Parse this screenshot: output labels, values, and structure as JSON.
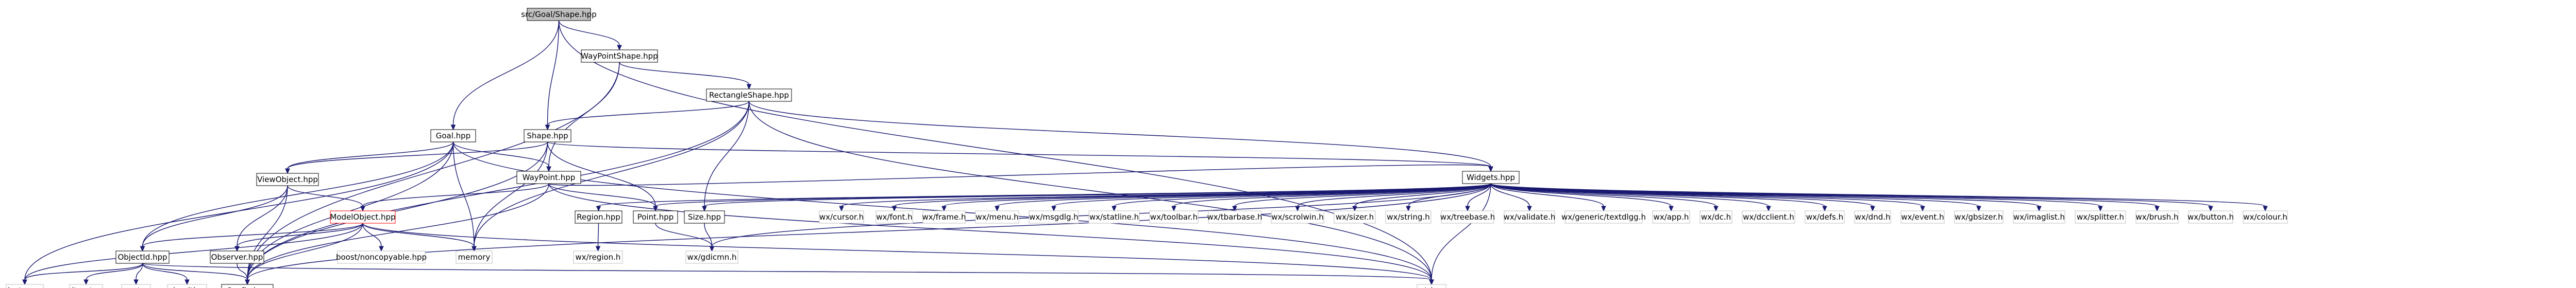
{
  "graph": {
    "nodes": [
      {
        "id": "root",
        "label": "src/Goal/Shape.hpp",
        "style": "root"
      },
      {
        "id": "waypointshape",
        "label": "WayPointShape.hpp",
        "style": "plain"
      },
      {
        "id": "rectangleshape",
        "label": "RectangleShape.hpp",
        "style": "plain"
      },
      {
        "id": "goal",
        "label": "Goal.hpp",
        "style": "plain"
      },
      {
        "id": "shape",
        "label": "Shape.hpp",
        "style": "plain"
      },
      {
        "id": "viewobject",
        "label": "ViewObject.hpp",
        "style": "plain"
      },
      {
        "id": "waypoint",
        "label": "WayPoint.hpp",
        "style": "plain"
      },
      {
        "id": "widgets",
        "label": "Widgets.hpp",
        "style": "plain"
      },
      {
        "id": "modelobject",
        "label": "ModelObject.hpp",
        "style": "red"
      },
      {
        "id": "region",
        "label": "Region.hpp",
        "style": "plain"
      },
      {
        "id": "point",
        "label": "Point.hpp",
        "style": "plain"
      },
      {
        "id": "size",
        "label": "Size.hpp",
        "style": "plain"
      },
      {
        "id": "objectid",
        "label": "ObjectId.hpp",
        "style": "plain"
      },
      {
        "id": "observer",
        "label": "Observer.hpp",
        "style": "plain"
      },
      {
        "id": "boost",
        "label": "boost/noncopyable.hpp",
        "style": "gray"
      },
      {
        "id": "memory",
        "label": "memory",
        "style": "gray"
      },
      {
        "id": "wxregion",
        "label": "wx/region.h",
        "style": "gray"
      },
      {
        "id": "wxgdicmn",
        "label": "wx/gdicmn.h",
        "style": "gray"
      },
      {
        "id": "iostream",
        "label": "iostream",
        "style": "gray"
      },
      {
        "id": "iterator",
        "label": "iterator",
        "style": "gray"
      },
      {
        "id": "vector",
        "label": "vector",
        "style": "gray"
      },
      {
        "id": "algorithm",
        "label": "algorithm",
        "style": "gray"
      },
      {
        "id": "config",
        "label": "Config.hpp",
        "style": "plain"
      },
      {
        "id": "string",
        "label": "string",
        "style": "gray"
      },
      {
        "id": "wxcursor",
        "label": "wx/cursor.h",
        "style": "gray"
      },
      {
        "id": "wxfont",
        "label": "wx/font.h",
        "style": "gray"
      },
      {
        "id": "wxframe",
        "label": "wx/frame.h",
        "style": "gray"
      },
      {
        "id": "wxmenu",
        "label": "wx/menu.h",
        "style": "gray"
      },
      {
        "id": "wxmsgdlg",
        "label": "wx/msgdlg.h",
        "style": "gray"
      },
      {
        "id": "wxstatline",
        "label": "wx/statline.h",
        "style": "gray"
      },
      {
        "id": "wxtoolbar",
        "label": "wx/toolbar.h",
        "style": "gray"
      },
      {
        "id": "wxtbarbase",
        "label": "wx/tbarbase.h",
        "style": "gray"
      },
      {
        "id": "wxscrolwin",
        "label": "wx/scrolwin.h",
        "style": "gray"
      },
      {
        "id": "wxsizer",
        "label": "wx/sizer.h",
        "style": "gray"
      },
      {
        "id": "wxstring",
        "label": "wx/string.h",
        "style": "gray"
      },
      {
        "id": "wxtreebase",
        "label": "wx/treebase.h",
        "style": "gray"
      },
      {
        "id": "wxvalidate",
        "label": "wx/validate.h",
        "style": "gray"
      },
      {
        "id": "wxtextdlg",
        "label": "wx/generic/textdlgg.h",
        "style": "gray"
      },
      {
        "id": "wxapp",
        "label": "wx/app.h",
        "style": "gray"
      },
      {
        "id": "wxdc",
        "label": "wx/dc.h",
        "style": "gray"
      },
      {
        "id": "wxdcclient",
        "label": "wx/dcclient.h",
        "style": "gray"
      },
      {
        "id": "wxdefs",
        "label": "wx/defs.h",
        "style": "gray"
      },
      {
        "id": "wxdnd",
        "label": "wx/dnd.h",
        "style": "gray"
      },
      {
        "id": "wxevent",
        "label": "wx/event.h",
        "style": "gray"
      },
      {
        "id": "wxgbsizer",
        "label": "wx/gbsizer.h",
        "style": "gray"
      },
      {
        "id": "wximaglist",
        "label": "wx/imaglist.h",
        "style": "gray"
      },
      {
        "id": "wxsplitter",
        "label": "wx/splitter.h",
        "style": "gray"
      },
      {
        "id": "wxbrush",
        "label": "wx/brush.h",
        "style": "gray"
      },
      {
        "id": "wxbutton",
        "label": "wx/button.h",
        "style": "gray"
      },
      {
        "id": "wxcolour",
        "label": "wx/colour.h",
        "style": "gray"
      }
    ],
    "edges": [
      [
        "root",
        "waypointshape"
      ],
      [
        "root",
        "goal"
      ],
      [
        "root",
        "shape"
      ],
      [
        "root",
        "string"
      ],
      [
        "waypointshape",
        "rectangleshape"
      ],
      [
        "waypointshape",
        "waypoint"
      ],
      [
        "waypointshape",
        "config"
      ],
      [
        "rectangleshape",
        "shape"
      ],
      [
        "rectangleshape",
        "widgets"
      ],
      [
        "rectangleshape",
        "size"
      ],
      [
        "rectangleshape",
        "memory"
      ],
      [
        "rectangleshape",
        "config"
      ],
      [
        "rectangleshape",
        "string"
      ],
      [
        "goal",
        "waypoint"
      ],
      [
        "goal",
        "objectid"
      ],
      [
        "goal",
        "memory"
      ],
      [
        "goal",
        "iostream"
      ],
      [
        "goal",
        "config"
      ],
      [
        "goal",
        "string"
      ],
      [
        "goal",
        "viewobject"
      ],
      [
        "shape",
        "viewobject"
      ],
      [
        "shape",
        "widgets"
      ],
      [
        "shape",
        "point"
      ],
      [
        "shape",
        "memory"
      ],
      [
        "shape",
        "config"
      ],
      [
        "viewobject",
        "modelobject"
      ],
      [
        "viewobject",
        "observer"
      ],
      [
        "viewobject",
        "objectid"
      ],
      [
        "viewobject",
        "config"
      ],
      [
        "waypoint",
        "modelobject"
      ],
      [
        "waypoint",
        "point"
      ],
      [
        "waypoint",
        "widgets"
      ],
      [
        "waypoint",
        "config"
      ],
      [
        "waypoint",
        "string"
      ],
      [
        "modelobject",
        "objectid"
      ],
      [
        "modelobject",
        "observer"
      ],
      [
        "modelobject",
        "boost"
      ],
      [
        "modelobject",
        "memory"
      ],
      [
        "modelobject",
        "config"
      ],
      [
        "modelobject",
        "iostream"
      ],
      [
        "modelobject",
        "string"
      ],
      [
        "observer",
        "config"
      ],
      [
        "objectid",
        "iostream"
      ],
      [
        "objectid",
        "iterator"
      ],
      [
        "objectid",
        "vector"
      ],
      [
        "objectid",
        "algorithm"
      ],
      [
        "objectid",
        "config"
      ],
      [
        "objectid",
        "string"
      ],
      [
        "region",
        "wxregion"
      ],
      [
        "point",
        "wxgdicmn"
      ],
      [
        "size",
        "wxgdicmn"
      ],
      [
        "widgets",
        "region"
      ],
      [
        "widgets",
        "point"
      ],
      [
        "widgets",
        "size"
      ],
      [
        "widgets",
        "wxcursor"
      ],
      [
        "widgets",
        "wxfont"
      ],
      [
        "widgets",
        "wxframe"
      ],
      [
        "widgets",
        "wxmenu"
      ],
      [
        "widgets",
        "wxmsgdlg"
      ],
      [
        "widgets",
        "wxstatline"
      ],
      [
        "widgets",
        "wxtoolbar"
      ],
      [
        "widgets",
        "wxtbarbase"
      ],
      [
        "widgets",
        "wxscrolwin"
      ],
      [
        "widgets",
        "wxsizer"
      ],
      [
        "widgets",
        "wxstring"
      ],
      [
        "widgets",
        "wxtreebase"
      ],
      [
        "widgets",
        "wxvalidate"
      ],
      [
        "widgets",
        "wxtextdlg"
      ],
      [
        "widgets",
        "wxapp"
      ],
      [
        "widgets",
        "wxdc"
      ],
      [
        "widgets",
        "wxdcclient"
      ],
      [
        "widgets",
        "wxdefs"
      ],
      [
        "widgets",
        "wxdnd"
      ],
      [
        "widgets",
        "wxevent"
      ],
      [
        "widgets",
        "wxgbsizer"
      ],
      [
        "widgets",
        "wximaglist"
      ],
      [
        "widgets",
        "wxsplitter"
      ],
      [
        "widgets",
        "wxbrush"
      ],
      [
        "widgets",
        "wxbutton"
      ],
      [
        "widgets",
        "wxcolour"
      ],
      [
        "widgets",
        "wxgdicmn"
      ],
      [
        "widgets",
        "config"
      ],
      [
        "widgets",
        "string"
      ]
    ]
  },
  "colors": {
    "edge": "#191970",
    "root_fill": "#bfbfbf",
    "highlight_border": "#ff0000",
    "system_border": "#bfbfbf"
  }
}
